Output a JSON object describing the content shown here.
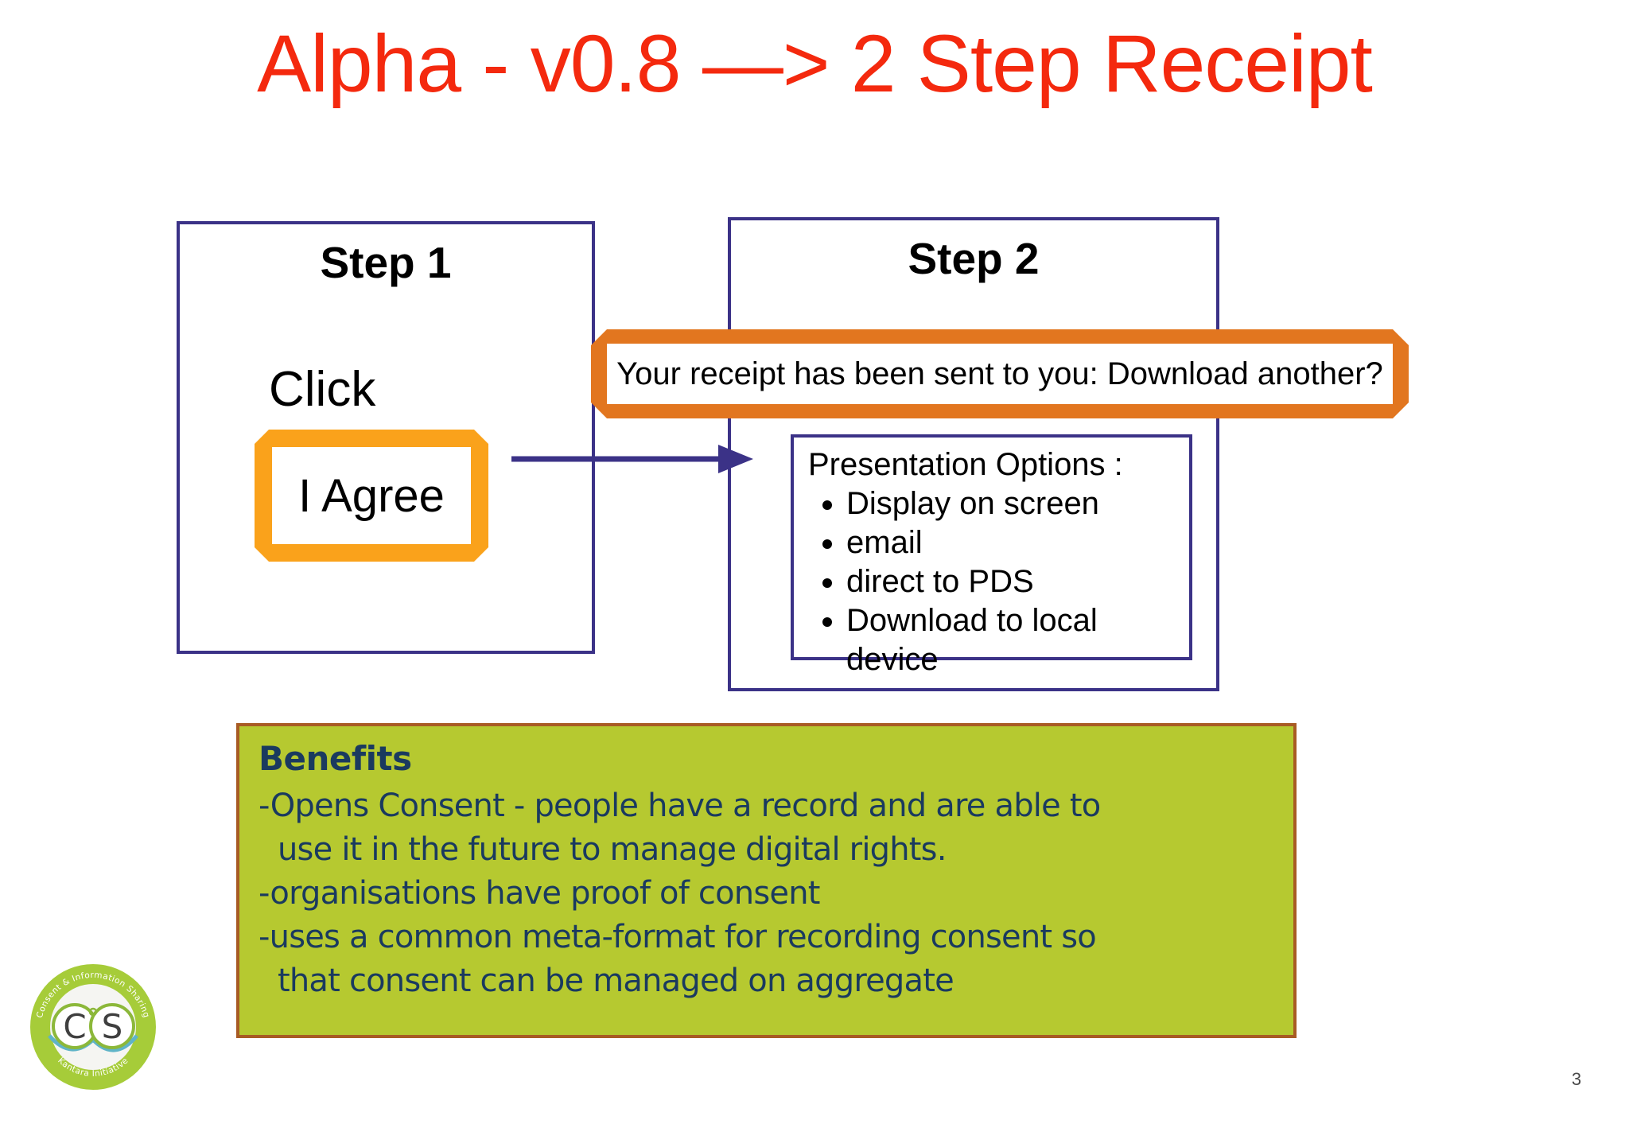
{
  "slide": {
    "title": "Alpha - v0.8 —> 2 Step Receipt",
    "page_number": "3"
  },
  "step1": {
    "label": "Step 1",
    "click_text": "Click",
    "button_label": "I Agree"
  },
  "step2": {
    "label": "Step 2",
    "banner_text": "Your receipt has been sent to you: Download another?",
    "options": {
      "heading": "Presentation Options :",
      "items": [
        "Display on screen",
        "email",
        "direct to PDS",
        "Download to local device"
      ]
    }
  },
  "benefits": {
    "heading": "Benefits",
    "items": [
      "Opens Consent - people have a record and are able to\nuse it in the future to manage digital rights.",
      "organisations have proof of consent",
      "uses a common meta-format for recording consent so\nthat consent can be managed on aggregate"
    ]
  },
  "logo": {
    "top_text": "Consent & Information Sharing",
    "bottom_text": "Kantara Initiative",
    "left_letter": "C",
    "right_letter": "S"
  },
  "colors": {
    "title_red": "#f4290e",
    "box_border_purple": "#3b3287",
    "banner_orange": "#e2761f",
    "button_orange": "#faa21b",
    "benefits_background": "#b6c930",
    "benefits_border": "#a85b24",
    "benefits_text": "#1a3a5f",
    "logo_green": "#a6cc39",
    "logo_teal": "#5fb4c8"
  }
}
